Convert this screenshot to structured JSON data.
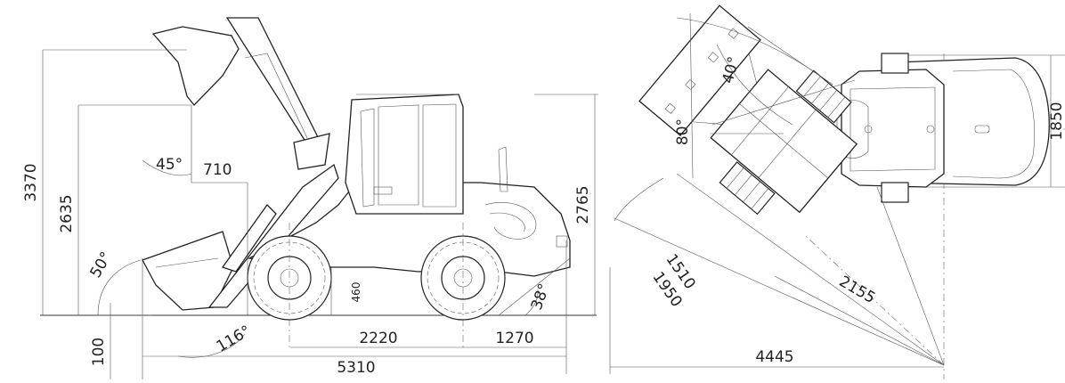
{
  "side_view": {
    "dimensions": {
      "bucket_lift_height": "3370",
      "bucket_pin_height": "2635",
      "dump_angle": "45°",
      "dump_reach": "710",
      "ground_dig_angle": "50°",
      "dig_depth": "100",
      "tilt_angle": "116°",
      "ground_clearance": "460",
      "wheelbase": "2220",
      "rear_overhang": "1270",
      "overall_length": "5310",
      "departure_angle": "38°",
      "overall_height": "2765"
    }
  },
  "top_view": {
    "dimensions": {
      "steer_angle_a": "80°",
      "steer_angle_b": "40°",
      "bucket_width": "1510",
      "turning_width": "1950",
      "inner_radius": "2155",
      "outer_radius": "4445",
      "vehicle_width": "1850"
    }
  }
}
